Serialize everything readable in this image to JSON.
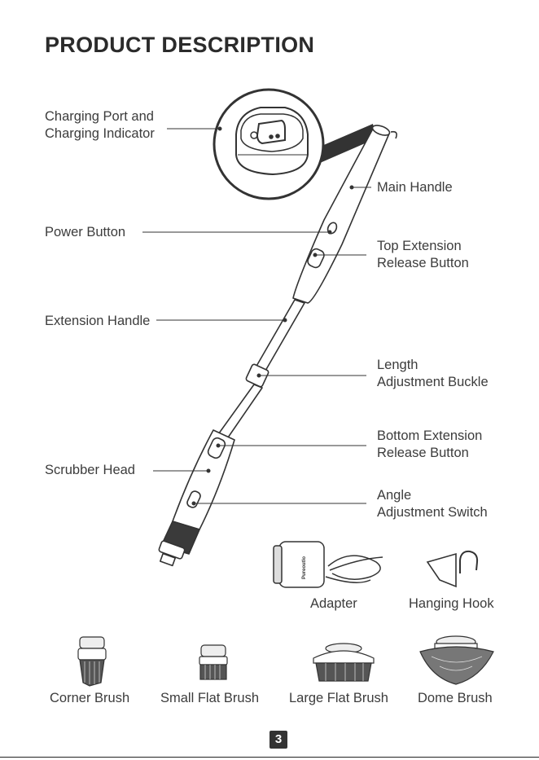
{
  "title": "PRODUCT DESCRIPTION",
  "callouts": {
    "charging": [
      "Charging Port and",
      "Charging Indicator"
    ],
    "power": "Power Button",
    "extension": "Extension Handle",
    "scrubber": "Scrubber Head",
    "main_handle": "Main Handle",
    "top_release": [
      "Top Extension",
      "Release Button"
    ],
    "length": [
      "Length",
      "Adjustment Buckle"
    ],
    "bottom_release": [
      "Bottom Extension",
      "Release Button"
    ],
    "angle": [
      "Angle",
      "Adjustment Switch"
    ]
  },
  "accessories": {
    "adapter": "Adapter",
    "adapter_brand": "Pureoutlo",
    "hook": "Hanging Hook",
    "corner": "Corner Brush",
    "small_flat": "Small Flat Brush",
    "large_flat": "Large Flat Brush",
    "dome": "Dome Brush"
  },
  "page_number": "3"
}
